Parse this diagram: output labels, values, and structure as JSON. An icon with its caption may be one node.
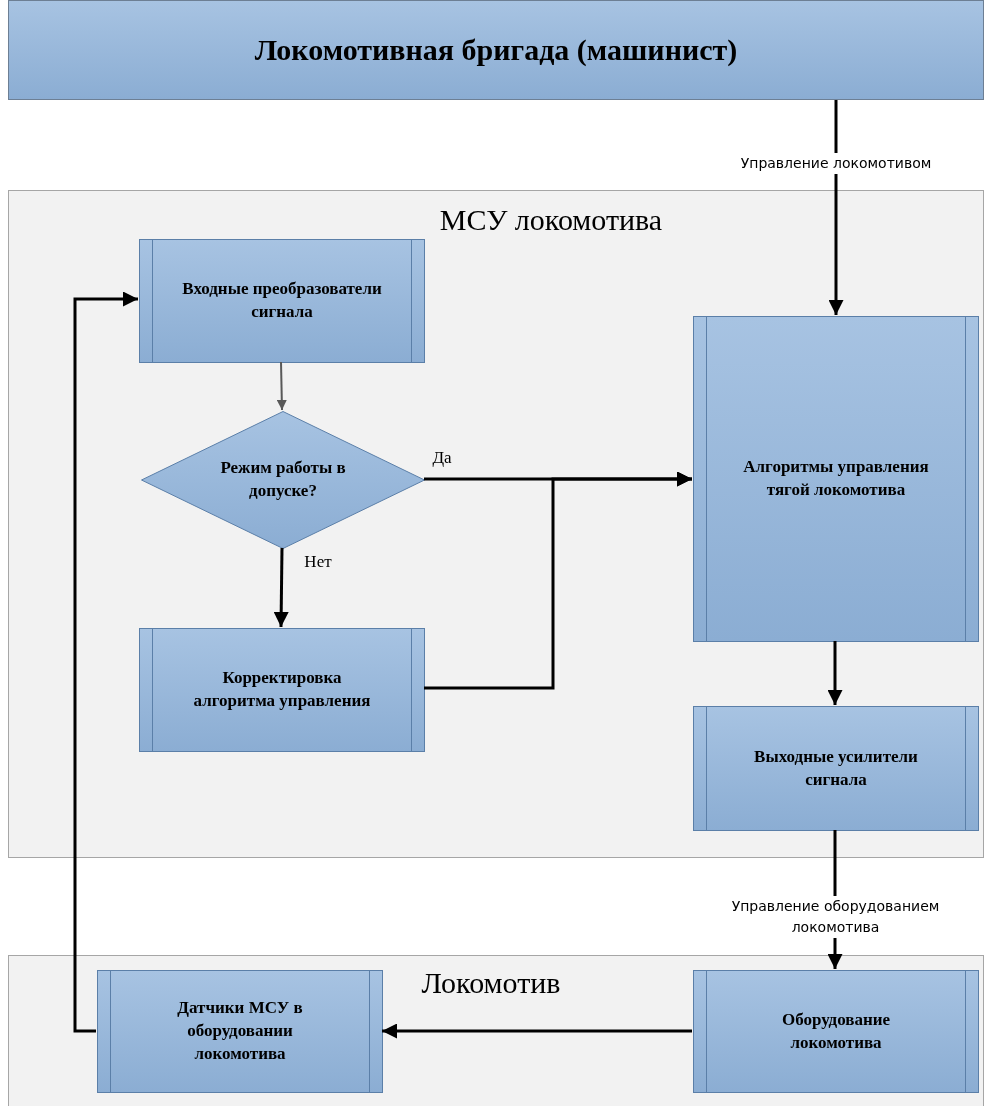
{
  "diagram": {
    "nodes": [
      {
        "text": [
          "Локомотивная бригада (машинист)"
        ]
      },
      {
        "text": [
          "МСУ локомотива"
        ]
      },
      {
        "text": [
          "Входные преобразователи сигнала"
        ],
        "in": 1
      },
      {
        "text": [
          "Режим работы в допуске?"
        ],
        "in": 1
      },
      {
        "text": [
          "Корректировка алгоритма управления"
        ],
        "in": 1
      },
      {
        "text": [
          "Алгоритмы управления тягой локомотива"
        ],
        "in": 1
      },
      {
        "text": [
          "Выходные усилители сигнала"
        ],
        "in": 1
      },
      {
        "text": [
          "Локомотив"
        ]
      },
      {
        "text": [
          "Датчики МСУ в оборудовании локомотива"
        ],
        "in": 7
      },
      {
        "text": [
          "Оборудование локомотива"
        ],
        "in": 7
      }
    ],
    "edges": [
      {
        "from": 0,
        "to": 5,
        "arrow": "to",
        "label": "Управление локомотивом"
      },
      {
        "from": 2,
        "to": 3,
        "arrow": "to",
        "color": "#595959"
      },
      {
        "from": 3,
        "to": 5,
        "arrow": "to",
        "label": "Да"
      },
      {
        "from": 3,
        "to": 4,
        "arrow": "to",
        "label": "Нет"
      },
      {
        "from": 4,
        "to": 5,
        "arrow": "to"
      },
      {
        "from": 5,
        "to": 6,
        "arrow": "to"
      },
      {
        "from": 6,
        "to": 9,
        "arrow": "to",
        "label": "Управление оборудованием локомотива"
      },
      {
        "from": 9,
        "to": 8,
        "arrow": "to"
      },
      {
        "from": 8,
        "to": 2,
        "arrow": "to"
      }
    ]
  }
}
